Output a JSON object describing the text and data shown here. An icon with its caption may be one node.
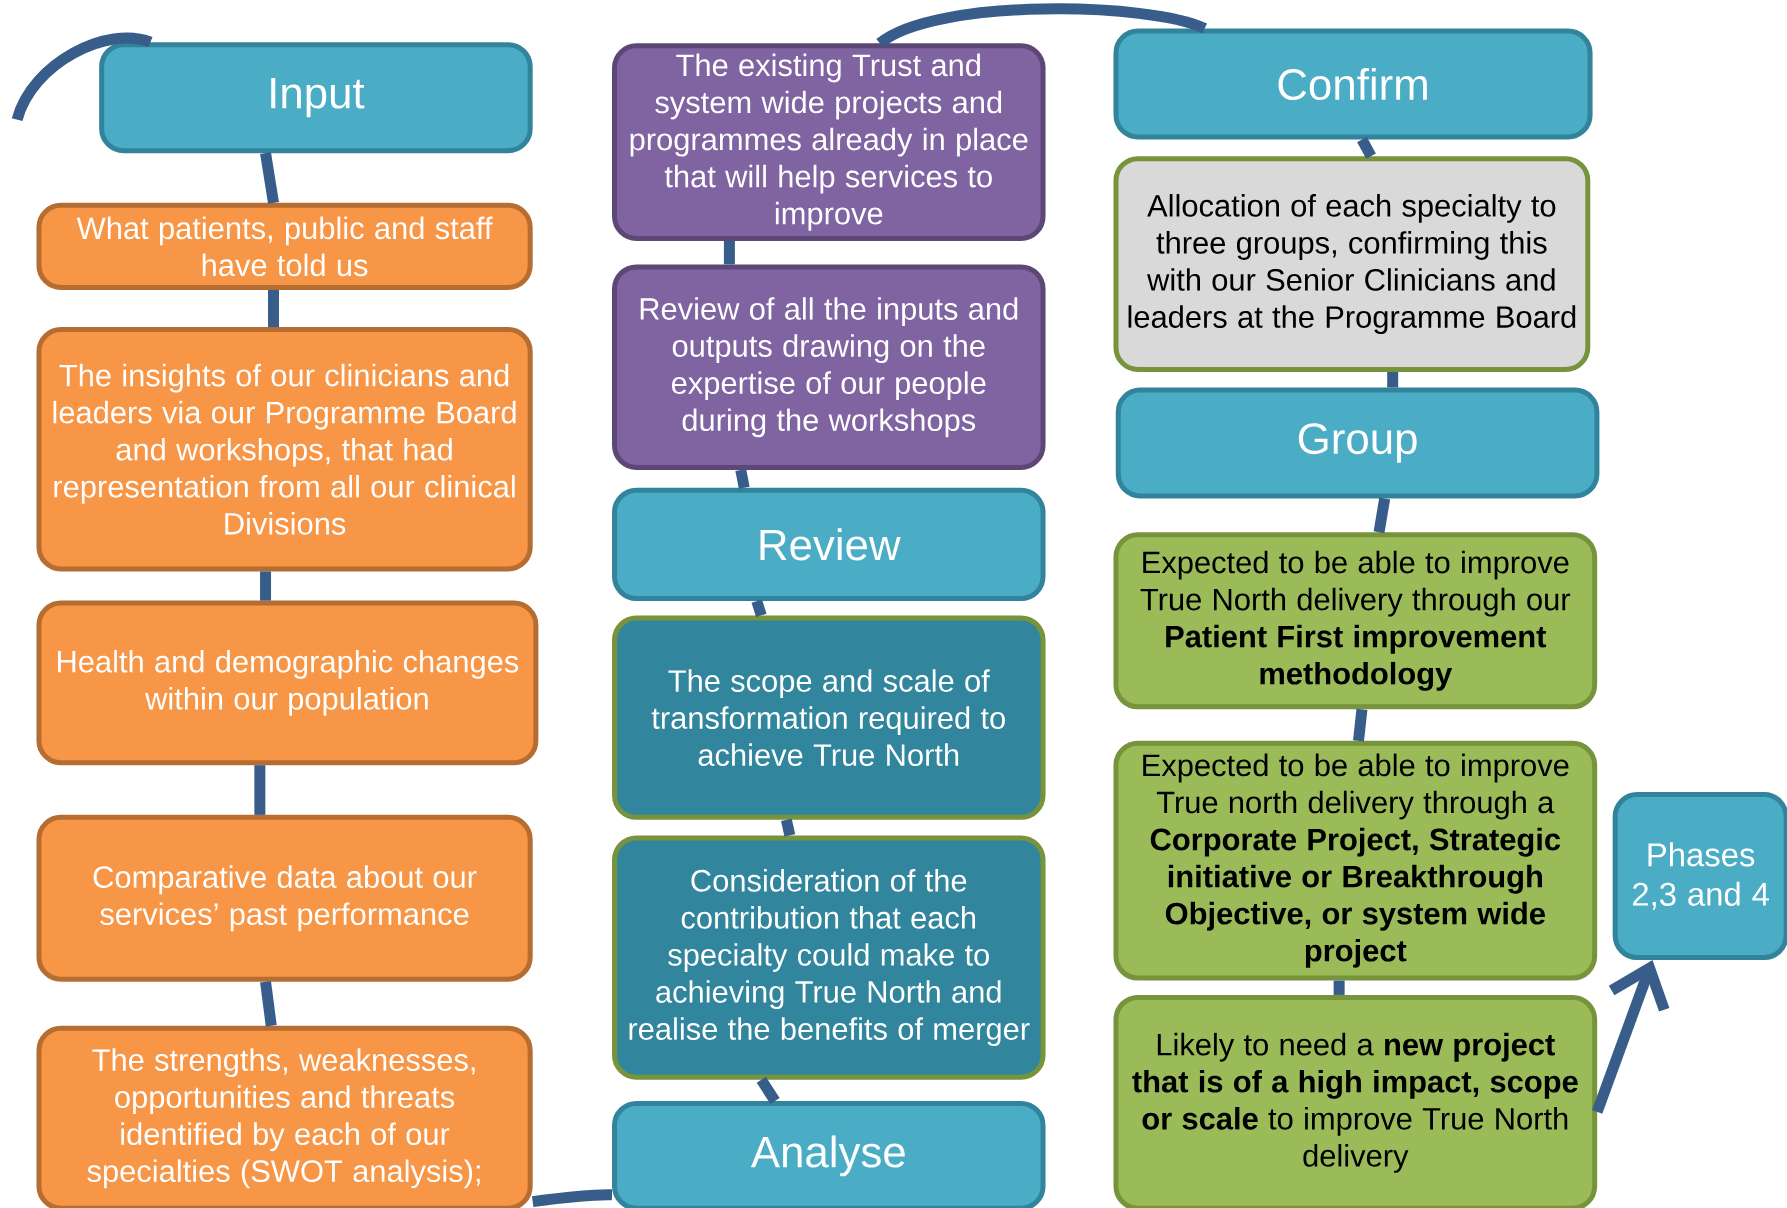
{
  "diagram": {
    "nodes": [
      {
        "text": [
          "Input"
        ]
      },
      {
        "text": [
          "What patients, public and staff have told us"
        ]
      },
      {
        "text": [
          "The insights of our clinicians and leaders via our Programme Board and workshops, that had representation from all our clinical Divisions"
        ]
      },
      {
        "text": [
          "Health and demographic changes within our population"
        ]
      },
      {
        "text": [
          "Comparative data about our services’ past performance"
        ]
      },
      {
        "text": [
          "The strengths, weaknesses, opportunities and threats identified by each of our specialties (SWOT analysis);"
        ]
      },
      {
        "text": [
          "The existing Trust and system wide projects and programmes already in place that will help services to improve"
        ]
      },
      {
        "text": [
          "Review of all the inputs and outputs drawing on the expertise of our people during the workshops"
        ]
      },
      {
        "text": [
          "Review"
        ]
      },
      {
        "text": [
          "The scope and scale of transformation required to achieve True North"
        ]
      },
      {
        "text": [
          "Consideration of the contribution that each specialty could make to achieving True North and realise the benefits of merger"
        ]
      },
      {
        "text": [
          "Analyse"
        ]
      },
      {
        "text": [
          "Confirm"
        ]
      },
      {
        "text": [
          "Allocation of each specialty to three groups, confirming this with our Senior Clinicians and leaders at the Programme Board"
        ]
      },
      {
        "text": [
          "Group"
        ]
      },
      {
        "text": [
          "Expected to be able to improve True North delivery through our **Patient First improvement methodology**"
        ]
      },
      {
        "text": [
          "Expected to be able to improve True north delivery through a **Corporate Project, Strategic initiative or Breakthrough Objective, or system wide project**"
        ]
      },
      {
        "text": [
          "Likely to need a **new project that is of a high impact, scope or scale** to improve True North delivery"
        ]
      },
      {
        "text": [
          "Phases 2,3 and 4"
        ]
      }
    ],
    "edges": [
      {
        "from": null,
        "to": 0,
        "arrow": "none"
      },
      {
        "from": 0,
        "to": 1,
        "arrow": "none"
      },
      {
        "from": 1,
        "to": 2,
        "arrow": "none"
      },
      {
        "from": 2,
        "to": 3,
        "arrow": "none"
      },
      {
        "from": 3,
        "to": 4,
        "arrow": "none"
      },
      {
        "from": 4,
        "to": 5,
        "arrow": "none"
      },
      {
        "from": 5,
        "to": 11,
        "arrow": "none"
      },
      {
        "from": 11,
        "to": 10,
        "arrow": "none"
      },
      {
        "from": 10,
        "to": 9,
        "arrow": "none"
      },
      {
        "from": 9,
        "to": 8,
        "arrow": "none"
      },
      {
        "from": 8,
        "to": 7,
        "arrow": "none"
      },
      {
        "from": 7,
        "to": 6,
        "arrow": "none"
      },
      {
        "from": 6,
        "to": 12,
        "arrow": "none"
      },
      {
        "from": 12,
        "to": 13,
        "arrow": "none"
      },
      {
        "from": 13,
        "to": 14,
        "arrow": "none"
      },
      {
        "from": 14,
        "to": 15,
        "arrow": "none"
      },
      {
        "from": 15,
        "to": 16,
        "arrow": "none"
      },
      {
        "from": 16,
        "to": 17,
        "arrow": "none"
      },
      {
        "from": 17,
        "to": 18,
        "arrow": "to"
      }
    ]
  }
}
